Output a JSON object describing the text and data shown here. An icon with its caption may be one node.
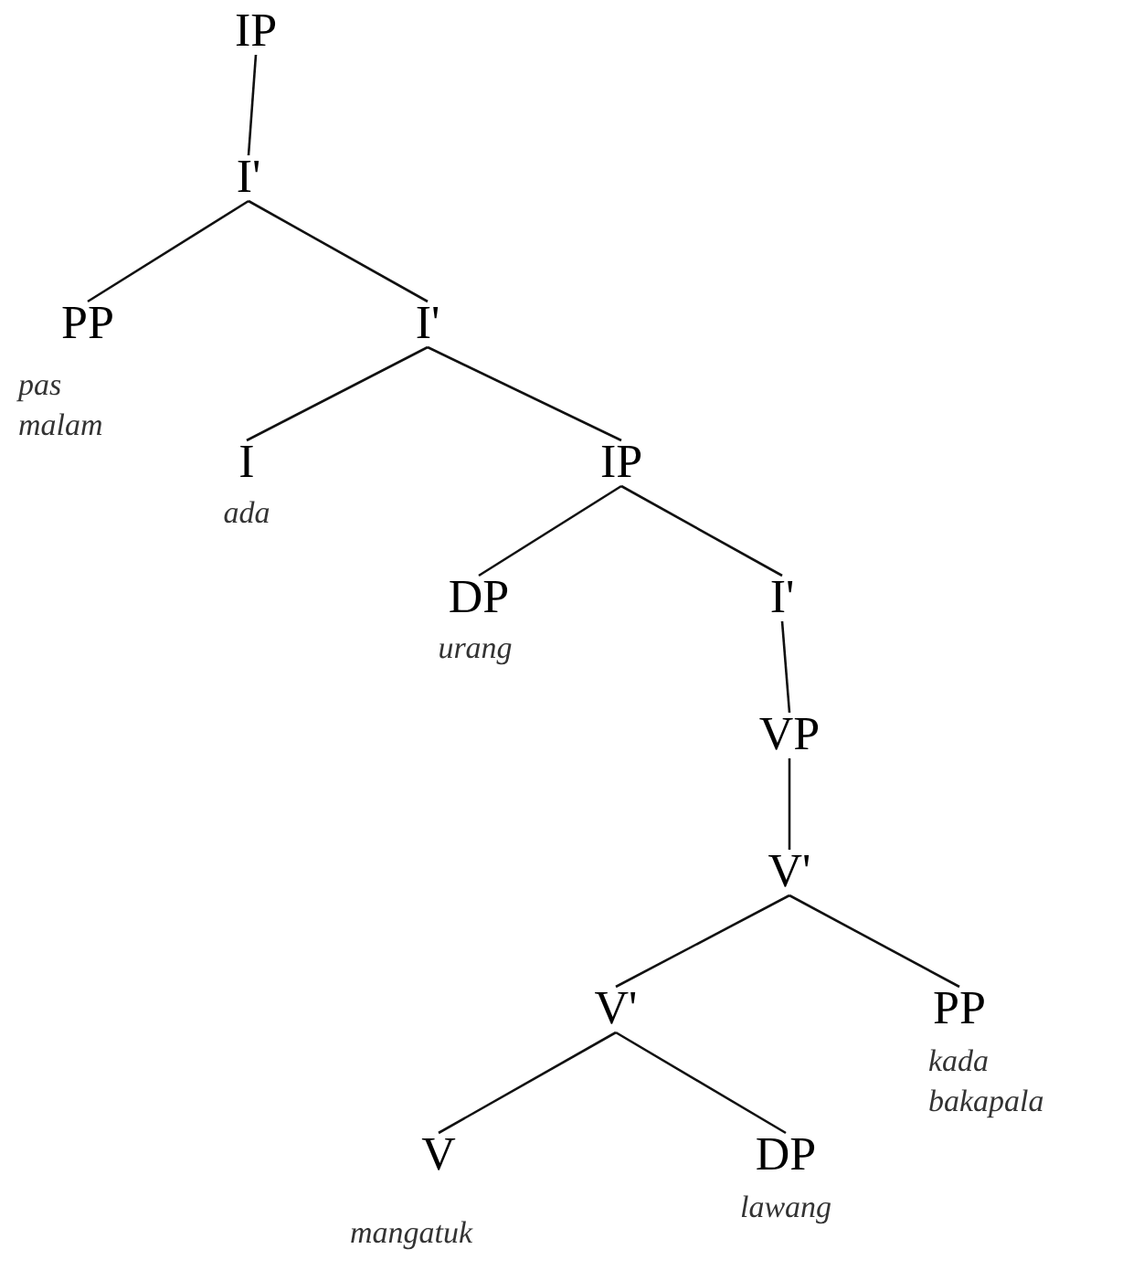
{
  "diagram": {
    "nodes": [
      {
        "text": [
          "IP"
        ]
      },
      {
        "text": [
          "I'"
        ]
      },
      {
        "text": [
          "PP"
        ],
        "beside": [
          "pas malam"
        ]
      },
      {
        "text": [
          "I'"
        ]
      },
      {
        "text": [
          "I"
        ],
        "beside": [
          "ada"
        ]
      },
      {
        "text": [
          "IP"
        ]
      },
      {
        "text": [
          "DP"
        ],
        "beside": [
          "urang"
        ]
      },
      {
        "text": [
          "I'"
        ]
      },
      {
        "text": [
          "VP"
        ]
      },
      {
        "text": [
          "V'"
        ]
      },
      {
        "text": [
          "V'"
        ]
      },
      {
        "text": [
          "PP"
        ],
        "beside": [
          "kada bakapala"
        ]
      },
      {
        "text": [
          "V"
        ],
        "beside": [
          "mangatuk"
        ]
      },
      {
        "text": [
          "DP"
        ],
        "beside": [
          "lawang"
        ]
      }
    ],
    "edges": [
      {
        "from": 0,
        "to": 1,
        "arrow": "none"
      },
      {
        "from": 1,
        "to": 2,
        "arrow": "none"
      },
      {
        "from": 1,
        "to": 3,
        "arrow": "none"
      },
      {
        "from": 3,
        "to": 4,
        "arrow": "none"
      },
      {
        "from": 3,
        "to": 5,
        "arrow": "none"
      },
      {
        "from": 5,
        "to": 6,
        "arrow": "none"
      },
      {
        "from": 5,
        "to": 7,
        "arrow": "none"
      },
      {
        "from": 7,
        "to": 8,
        "arrow": "none"
      },
      {
        "from": 8,
        "to": 9,
        "arrow": "none"
      },
      {
        "from": 9,
        "to": 10,
        "arrow": "none"
      },
      {
        "from": 9,
        "to": 11,
        "arrow": "none"
      },
      {
        "from": 10,
        "to": 12,
        "arrow": "none"
      },
      {
        "from": 10,
        "to": 13,
        "arrow": "none"
      }
    ]
  }
}
